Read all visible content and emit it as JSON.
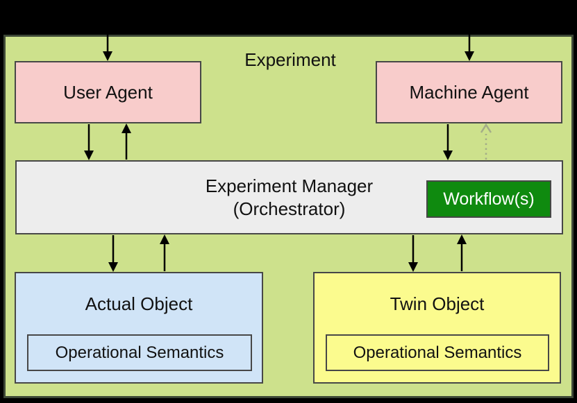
{
  "diagram": {
    "title": "Experiment",
    "nodes": {
      "user_agent": {
        "label": "User Agent"
      },
      "machine_agent": {
        "label": "Machine Agent"
      },
      "experiment_manager": {
        "label_line1": "Experiment Manager",
        "label_line2": "(Orchestrator)"
      },
      "workflow": {
        "label": "Workflow(s)"
      },
      "actual_object": {
        "label": "Actual Object",
        "inner_label": "Operational Semantics"
      },
      "twin_object": {
        "label": "Twin Object",
        "inner_label": "Operational Semantics"
      }
    },
    "colors": {
      "canvas": "#000000",
      "container_fill": "#cde18c",
      "container_border": "#3e4837",
      "agent_fill": "#f8cccb",
      "manager_fill": "#ededed",
      "workflow_fill": "#0f8a0f",
      "workflow_text": "#ffffff",
      "actual_fill": "#d0e4f7",
      "twin_fill": "#fbfb8e",
      "box_border": "#474747",
      "arrow": "#000000",
      "dotted_arrow": "#a3ac88"
    }
  }
}
